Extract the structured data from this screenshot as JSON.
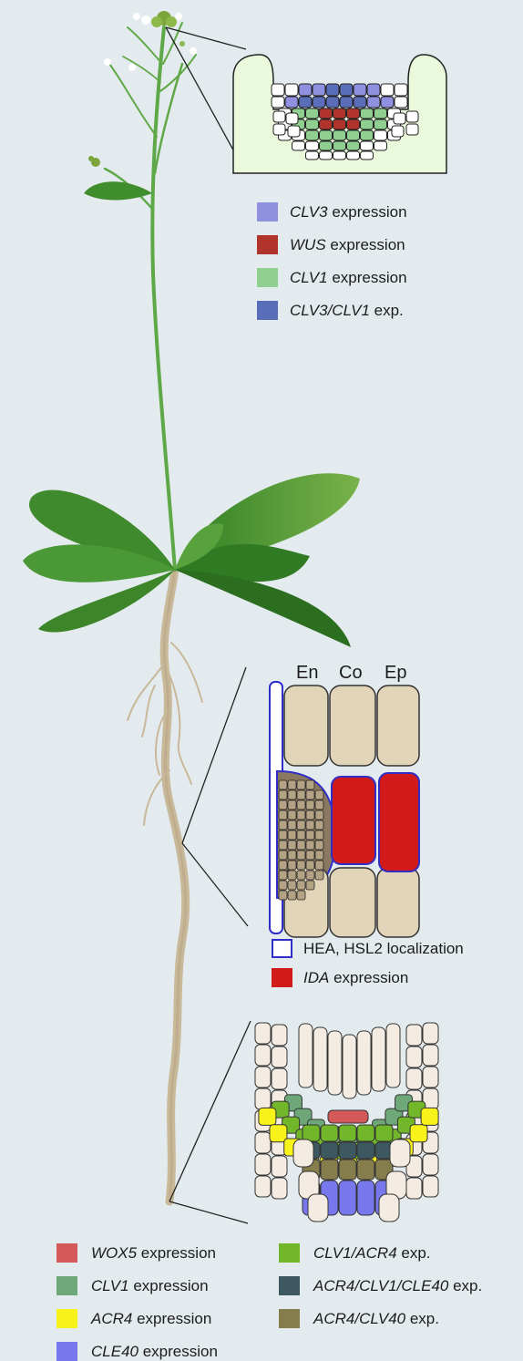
{
  "shoot_legend": [
    {
      "gene": "CLV3",
      "suffix": " expression",
      "color": "#8f91e0"
    },
    {
      "gene": "WUS",
      "suffix": " expression",
      "color": "#b0342b"
    },
    {
      "gene": "CLV1",
      "suffix": " expression",
      "color": "#8fcf90"
    },
    {
      "gene": "CLV3/CLV1",
      "suffix": " exp.",
      "color": "#5a6db8"
    }
  ],
  "abscission_headers": [
    "En",
    "Co",
    "Ep"
  ],
  "abscission_legend": [
    {
      "gene": "",
      "suffix": "HEA, HSL2 localization",
      "color": "#2f2fc8",
      "style": "outline"
    },
    {
      "gene": "IDA",
      "suffix": " expression",
      "color": "#d21a1a",
      "style": "fill"
    }
  ],
  "root_legend_left": [
    {
      "gene": "WOX5",
      "suffix": " expression",
      "color": "#d45a5a"
    },
    {
      "gene": "CLV1",
      "suffix": " expression",
      "color": "#6ea878"
    },
    {
      "gene": "ACR4",
      "suffix": " expression",
      "color": "#f6f21a"
    },
    {
      "gene": "CLE40",
      "suffix": " expression",
      "color": "#7777ee"
    }
  ],
  "root_legend_right": [
    {
      "gene": "CLV1/ACR4",
      "suffix": " exp.",
      "color": "#72b62a"
    },
    {
      "gene": "ACR4/CLV1/CLE40",
      "suffix": " exp.",
      "color": "#3e5862"
    },
    {
      "gene": "ACR4/CLV40",
      "suffix": " exp.",
      "color": "#857d4c"
    }
  ]
}
